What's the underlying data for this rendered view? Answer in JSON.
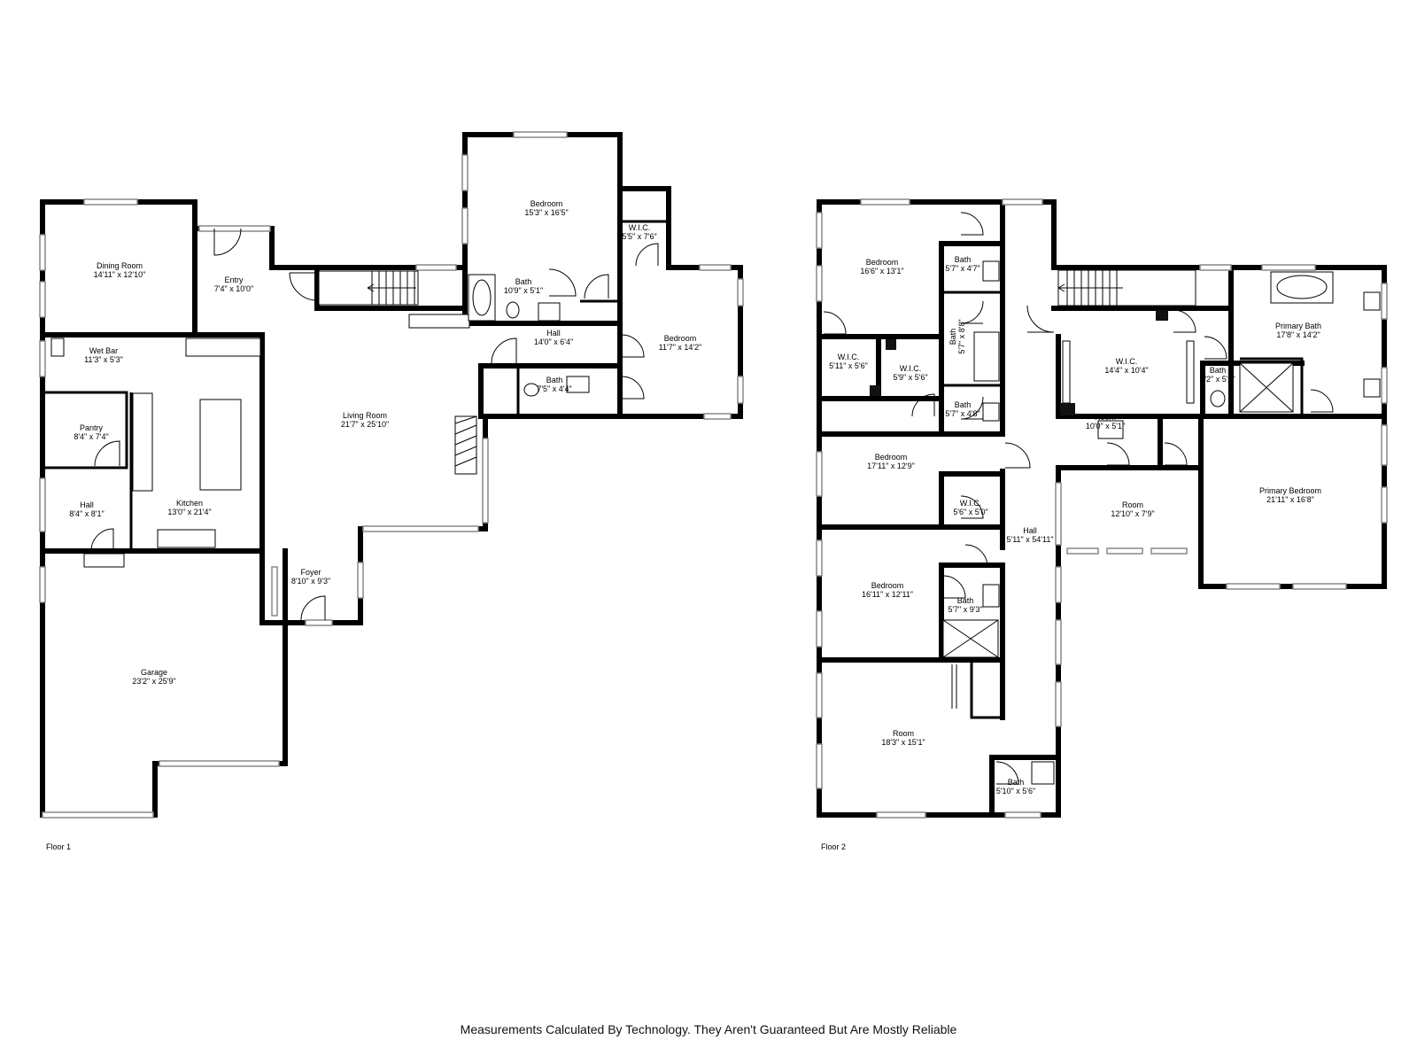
{
  "floor1": {
    "label": "Floor 1",
    "rooms": [
      {
        "name": "Dining Room",
        "dims": "14'11\" x 12'10\""
      },
      {
        "name": "Entry",
        "dims": "7'4\" x 10'0\""
      },
      {
        "name": "Bedroom",
        "dims": "15'3\" x 16'5\""
      },
      {
        "name": "W.I.C.",
        "dims": "5'5\" x 7'6\""
      },
      {
        "name": "Bath",
        "dims": "10'9\" x 5'1\""
      },
      {
        "name": "Hall",
        "dims": "14'0\" x 6'4\""
      },
      {
        "name": "Bedroom",
        "dims": "11'7\" x 14'2\""
      },
      {
        "name": "Wet Bar",
        "dims": "11'3\" x 5'3\""
      },
      {
        "name": "Bath",
        "dims": "7'5\" x 4'4\""
      },
      {
        "name": "Living Room",
        "dims": "21'7\" x 25'10\""
      },
      {
        "name": "Pantry",
        "dims": "8'4\" x 7'4\""
      },
      {
        "name": "Kitchen",
        "dims": "13'0\" x 21'4\""
      },
      {
        "name": "Hall",
        "dims": "8'4\" x 8'1\""
      },
      {
        "name": "Foyer",
        "dims": "8'10\" x 9'3\""
      },
      {
        "name": "Garage",
        "dims": "23'2\" x 25'9\""
      }
    ]
  },
  "floor2": {
    "label": "Floor 2",
    "rooms": [
      {
        "name": "Bedroom",
        "dims": "16'6\" x 13'1\""
      },
      {
        "name": "Bath",
        "dims": "5'7\" x 4'7\""
      },
      {
        "name": "Bath",
        "dims": "5'7\" x 8'8\""
      },
      {
        "name": "W.I.C.",
        "dims": "5'11\" x 5'6\""
      },
      {
        "name": "W.I.C.",
        "dims": "5'9\" x 5'6\""
      },
      {
        "name": "Bath",
        "dims": "5'7\" x 4'8\""
      },
      {
        "name": "W.I.C.",
        "dims": "14'4\" x 10'4\""
      },
      {
        "name": "Primary Bath",
        "dims": "17'8\" x 14'2\""
      },
      {
        "name": "Bath",
        "dims": "5'2\" x 5'0\""
      },
      {
        "name": "Bedroom",
        "dims": "17'11\" x 12'9\""
      },
      {
        "name": "Room",
        "dims": "10'0\" x 5'1\""
      },
      {
        "name": "Primary Bedroom",
        "dims": "21'11\" x 16'8\""
      },
      {
        "name": "W.I.C.",
        "dims": "5'6\" x 5'0\""
      },
      {
        "name": "Room",
        "dims": "12'10\" x 7'9\""
      },
      {
        "name": "Hall",
        "dims": "5'11\" x 54'11\""
      },
      {
        "name": "Bedroom",
        "dims": "16'11\" x 12'11\""
      },
      {
        "name": "Bath",
        "dims": "5'7\" x 9'3\""
      },
      {
        "name": "Room",
        "dims": "18'3\" x 15'1\""
      },
      {
        "name": "Bath",
        "dims": "5'10\" x 5'6\""
      }
    ]
  },
  "disclaimer": "Measurements Calculated By Technology. They Aren't Guaranteed But Are Mostly Reliable"
}
